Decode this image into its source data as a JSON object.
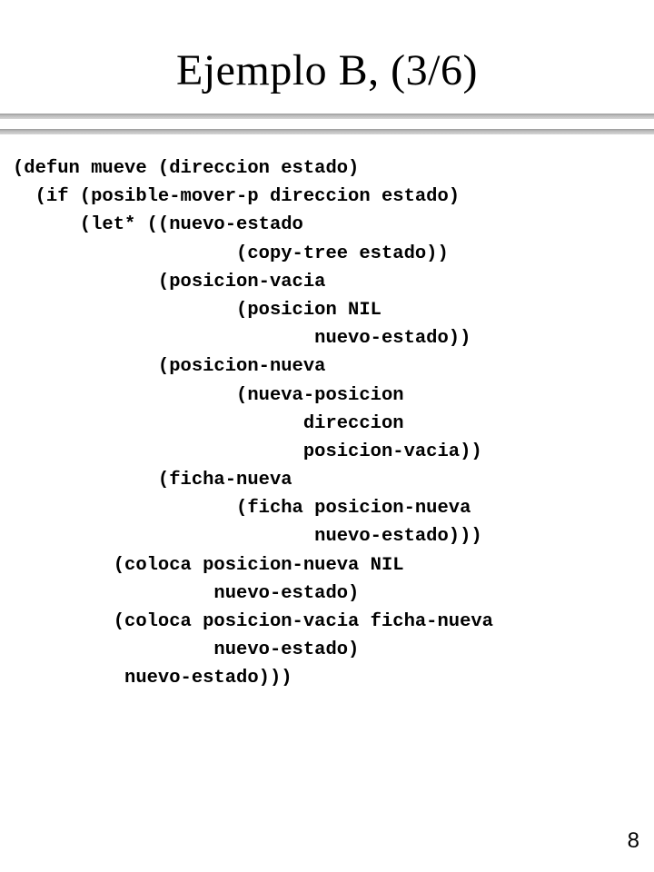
{
  "slide": {
    "title": "Ejemplo B, (3/6)",
    "page_number": "8"
  },
  "code_lines": [
    "(defun mueve (direccion estado)",
    "  (if (posible-mover-p direccion estado)",
    "      (let* ((nuevo-estado",
    "                    (copy-tree estado))",
    "             (posicion-vacia",
    "                    (posicion NIL",
    "                           nuevo-estado))",
    "             (posicion-nueva",
    "                    (nueva-posicion",
    "                          direccion",
    "                          posicion-vacia))",
    "             (ficha-nueva",
    "                    (ficha posicion-nueva",
    "                           nuevo-estado)))",
    "         (coloca posicion-nueva NIL",
    "                  nuevo-estado)",
    "         (coloca posicion-vacia ficha-nueva",
    "                  nuevo-estado)",
    "          nuevo-estado)))"
  ]
}
